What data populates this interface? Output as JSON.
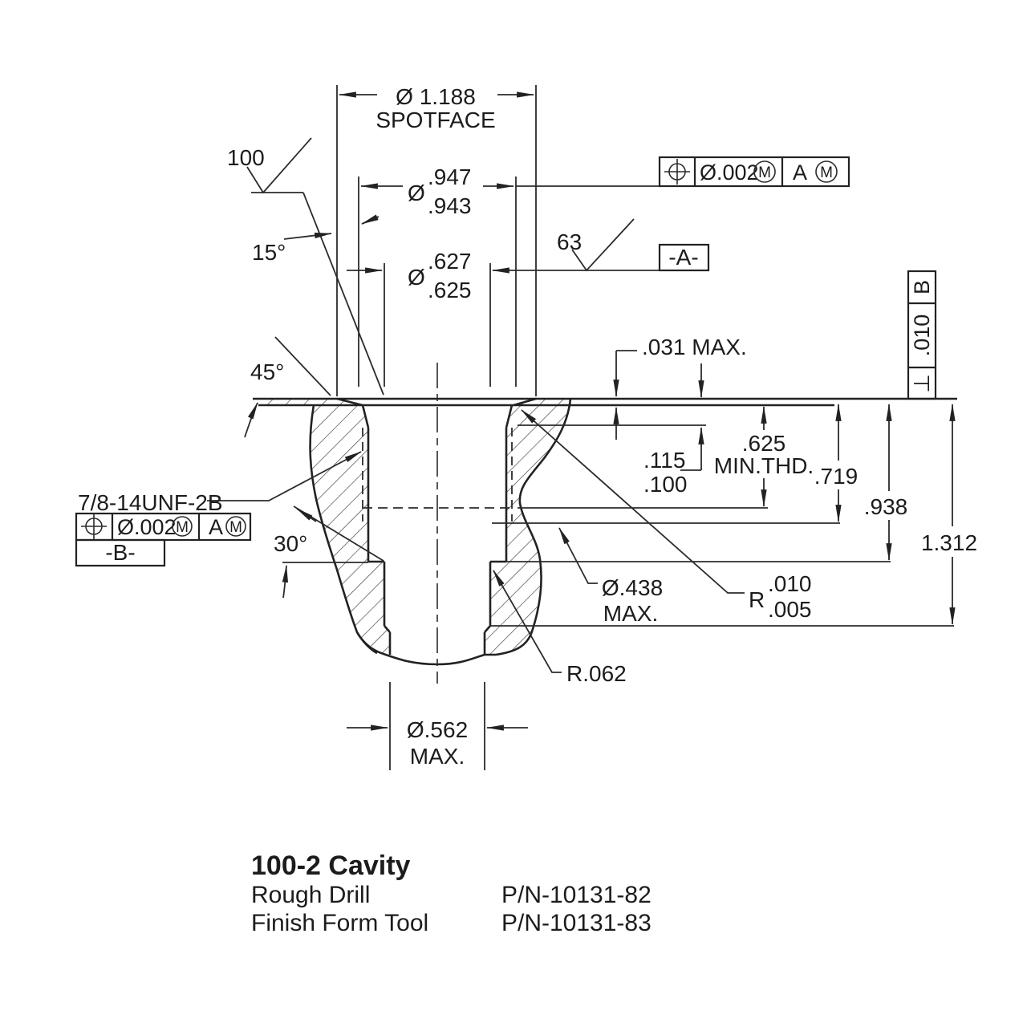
{
  "drawing": {
    "spotface_dia": "Ø 1.188",
    "spotface_label": "SPOTFACE",
    "dia_symbol": "Ø",
    "dim947_upper": ".947",
    "dim947_lower": ".943",
    "dim627_upper": ".627",
    "dim627_lower": ".625",
    "angle15": "15°",
    "angle45": "45°",
    "angle30": "30°",
    "finish100": "100",
    "finish63": "63",
    "datum_a": "-A-",
    "datum_b": "-B-",
    "fcf_tolerance": "Ø.002",
    "fcf_datum_ref": "A",
    "fcf_modifier": "M",
    "thread_callout": "7/8-14UNF-2B",
    "perp_value": ".010",
    "perp_datum": "B",
    "perp_symbol": "⊥",
    "dim031": ".031 MAX.",
    "dim115": ".115",
    "dim100": ".100",
    "min_thd_value": ".625",
    "min_thd_label": "MIN.THD.",
    "dim719": ".719",
    "dim938": ".938",
    "dim1312": "1.312",
    "dia438": "Ø.438",
    "dia438_max": "MAX.",
    "radius_letter": "R",
    "r_upper": ".010",
    "r_lower": ".005",
    "r062": "R.062",
    "dia562": "Ø.562",
    "dia562_max": "MAX."
  },
  "title_block": {
    "title": "100-2 Cavity",
    "rows": [
      {
        "label": "Rough Drill",
        "pn": "P/N-10131-82"
      },
      {
        "label": "Finish Form Tool",
        "pn": "P/N-10131-83"
      }
    ]
  }
}
